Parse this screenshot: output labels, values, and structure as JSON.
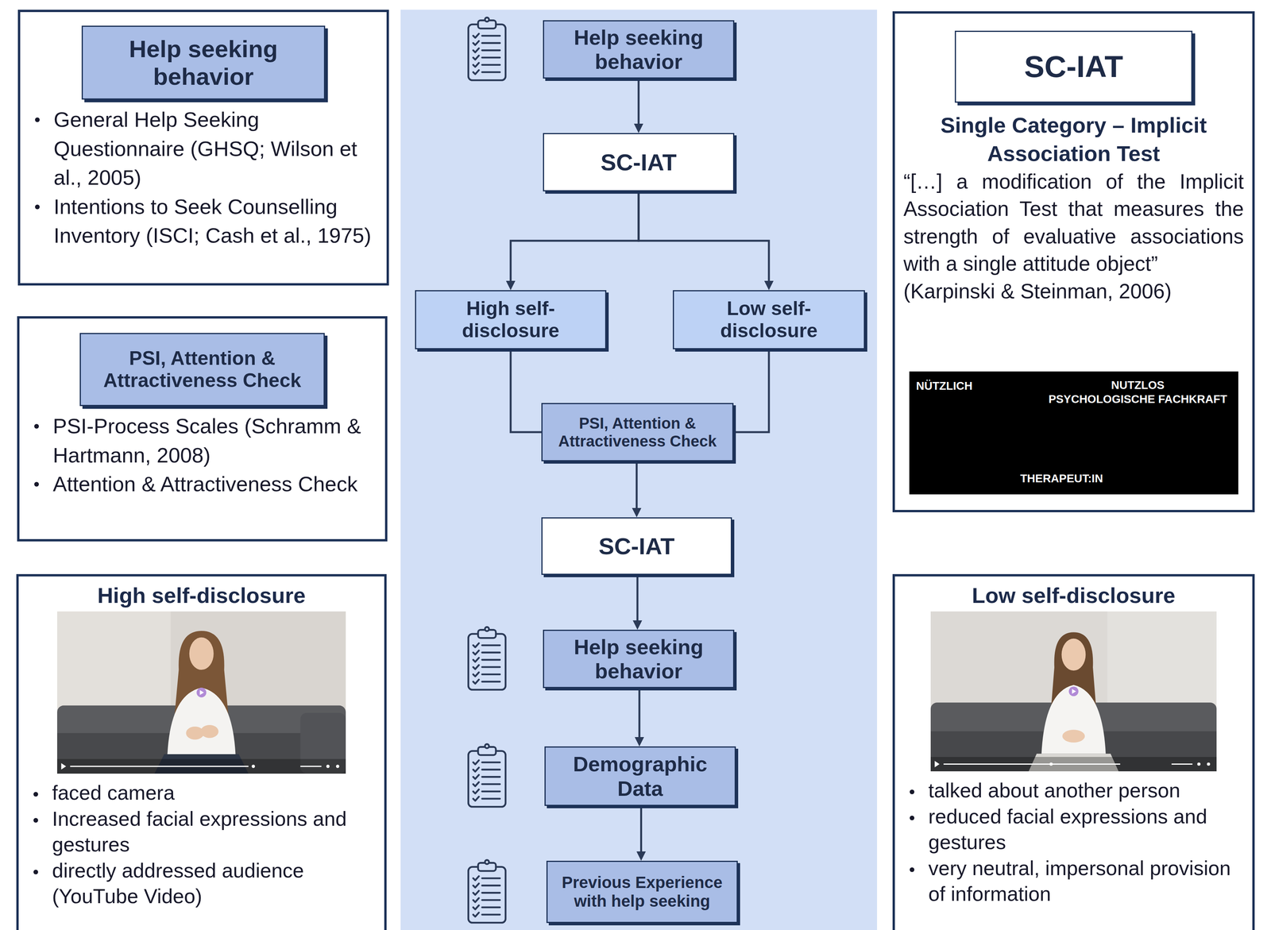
{
  "diagram": {
    "nodes": [
      {
        "text": [
          "General Help Seeking Questionnaire (GHSQ; Wilson et al., 2005)",
          "Intentions to Seek Counselling Inventory (ISCI; Cash et al., 1975)"
        ]
      },
      {
        "text": [
          "Help seeking behavior"
        ],
        "in": 0
      },
      {
        "text": [
          "PSI-Process Scales (Schramm & Hartmann, 2008)",
          "Attention & Attractiveness Check"
        ]
      },
      {
        "text": [
          "PSI, Attention & Attractiveness Check"
        ],
        "in": 2
      },
      {
        "text": [
          "High self-disclosure",
          "faced camera",
          "Increased facial expressions and gestures",
          "directly addressed audience (YouTube Video)"
        ]
      },
      {
        "text": [
          "Help seeking behavior"
        ]
      },
      {
        "text": [
          "SC-IAT"
        ]
      },
      {
        "text": [
          "High self-disclosure"
        ]
      },
      {
        "text": [
          "Low self-disclosure"
        ]
      },
      {
        "text": [
          "PSI, Attention & Attractiveness Check"
        ]
      },
      {
        "text": [
          "SC-IAT"
        ]
      },
      {
        "text": [
          "Help seeking behavior"
        ]
      },
      {
        "text": [
          "Demographic Data"
        ]
      },
      {
        "text": [
          "Previous Experience with help seeking"
        ]
      },
      {
        "text": [
          "Single Category – Implicit Association Test",
          "“[…] a modification of the Implicit Association Test that measures the strength of evaluative associations with a single attitude object”",
          "(Karpinski & Steinman, 2006)"
        ]
      },
      {
        "text": [
          "SC-IAT"
        ],
        "in": 14
      },
      {
        "text": [
          "NÜTZLICH",
          "NUTZLOS",
          "PSYCHOLOGISCHE FACHKRAFT",
          "THERAPEUT:IN"
        ],
        "in": 14
      },
      {
        "text": [
          "Low self-disclosure",
          "talked about another person",
          "reduced facial expressions and gestures",
          "very neutral, impersonal provision of information"
        ]
      }
    ],
    "edges": [
      {
        "from": 5,
        "to": 6,
        "arrow": "to"
      },
      {
        "from": 6,
        "to": 7,
        "arrow": "to"
      },
      {
        "from": 6,
        "to": 8,
        "arrow": "to"
      },
      {
        "from": 7,
        "to": 9,
        "arrow": "none"
      },
      {
        "from": 8,
        "to": 9,
        "arrow": "none"
      },
      {
        "from": 9,
        "to": 10,
        "arrow": "to"
      },
      {
        "from": 10,
        "to": 11,
        "arrow": "to"
      },
      {
        "from": 11,
        "to": 12,
        "arrow": "to"
      },
      {
        "from": 12,
        "to": 13,
        "arrow": "to"
      }
    ]
  }
}
